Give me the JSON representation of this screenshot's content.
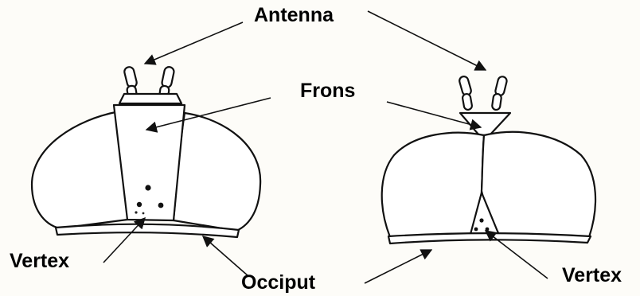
{
  "labels": {
    "antenna": "Antenna",
    "frons": "Frons",
    "vertex_left": "Vertex",
    "occiput": "Occiput",
    "vertex_right": "Vertex"
  },
  "colors": {
    "ink": "#111111",
    "paper": "#fdfcf8",
    "head_fill": "#ffffff"
  }
}
